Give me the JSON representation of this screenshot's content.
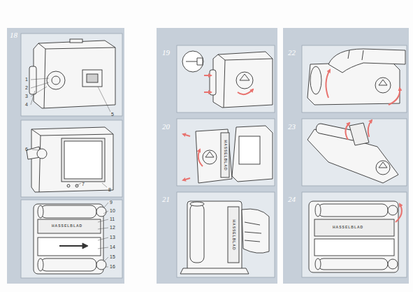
{
  "diagram": {
    "labels": [
      "18",
      "19",
      "20",
      "21",
      "22",
      "23",
      "24",
      "1",
      "2",
      "3",
      "4",
      "5",
      "6",
      "7",
      "8",
      "9",
      "10",
      "11",
      "12",
      "13",
      "14",
      "15",
      "16",
      "HASSELBLAD",
      "HASSELBLAD",
      "HASSELBLAD",
      "HASSELBLAD"
    ]
  }
}
